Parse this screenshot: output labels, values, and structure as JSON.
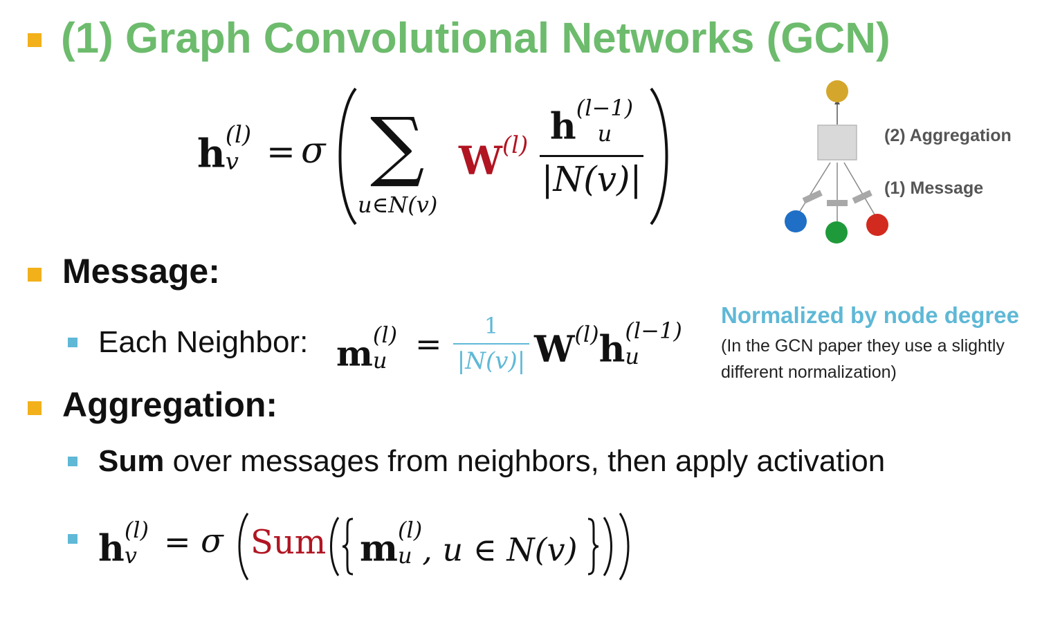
{
  "title": "(1) Graph Convolutional Networks (GCN)",
  "main_equation": {
    "lhs_symbol": "h",
    "lhs_sup": "(l)",
    "lhs_sub": "v",
    "equals": "=",
    "sigma": "σ",
    "sum_symbol": "∑",
    "sum_under": "u∈N(v)",
    "weight_symbol": "W",
    "weight_sup": "(l)",
    "frac_num_symbol": "h",
    "frac_num_sup": "(l−1)",
    "frac_num_sub": "u",
    "frac_den": "|N(v)|"
  },
  "diagram": {
    "aggregation_label": "(2) Aggregation",
    "message_label": "(1) Message",
    "colors": {
      "top": "#d4a72c",
      "blue": "#1f6fc6",
      "green": "#1e9a3a",
      "red": "#d22a1f",
      "box": "#d9d9d9",
      "bar": "#a8a8a8"
    }
  },
  "message": {
    "heading": "Message:",
    "item_prefix": "Each Neighbor: ",
    "m_symbol": "m",
    "m_sup": "(l)",
    "m_sub": "u",
    "equals": "=",
    "frac_num": "1",
    "frac_den": "|N(v)|",
    "w_symbol": "W",
    "w_sup": "(l)",
    "h_symbol": "h",
    "h_sup": "(l−1)",
    "h_sub": "u",
    "note_title": "Normalized by node degree",
    "note_line1": "(In the GCN paper they use a slightly",
    "note_line2": "different normalization)"
  },
  "aggregation": {
    "heading": "Aggregation:",
    "item1_bold": "Sum",
    "item1_rest": " over messages from neighbors, then apply activation",
    "eq_h": "h",
    "eq_h_sup": "(l)",
    "eq_h_sub": "v",
    "eq_equals": "=",
    "eq_sigma": "σ",
    "eq_sum": "Sum",
    "eq_m": "m",
    "eq_m_sup": "(l)",
    "eq_m_sub": "u",
    "eq_tail": ", u ∈ N(v)"
  },
  "colors": {
    "title_green": "#6dbb6d",
    "bullet_orange": "#f2b11b",
    "bullet_blue": "#5fb8d6",
    "emphasis_red": "#b11522"
  }
}
